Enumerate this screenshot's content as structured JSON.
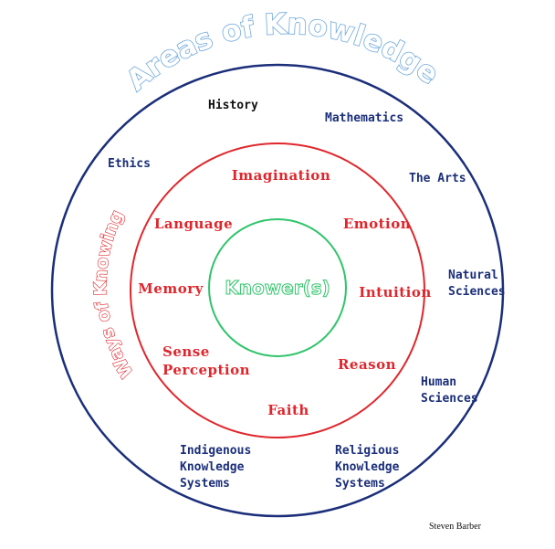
{
  "colors": {
    "outer_ring": "#1b2f7a",
    "middle_ring": "#e0262c",
    "inner_ring": "#2fc46a",
    "aok_text": "#1b2f7a",
    "wok_text": "#e0262c",
    "knower_text": "#2fc46a",
    "title_fill": "#ffffff",
    "title_stroke": "#6fa8dc"
  },
  "titles": {
    "areas_of_knowledge": "Areas of Knowledge",
    "ways_of_knowing": "Ways of Knowing"
  },
  "center": {
    "label": "Knower(s)"
  },
  "areas_of_knowledge": [
    {
      "lines": [
        "History"
      ],
      "color": "#111111"
    },
    {
      "lines": [
        "Mathematics"
      ]
    },
    {
      "lines": [
        "Ethics"
      ]
    },
    {
      "lines": [
        "The Arts"
      ]
    },
    {
      "lines": [
        "Natural",
        "Sciences"
      ]
    },
    {
      "lines": [
        "Human",
        "Sciences"
      ]
    },
    {
      "lines": [
        "Religious",
        "Knowledge",
        "Systems"
      ]
    },
    {
      "lines": [
        "Indigenous",
        "Knowledge",
        "Systems"
      ]
    }
  ],
  "ways_of_knowing": [
    {
      "lines": [
        "Imagination"
      ]
    },
    {
      "lines": [
        "Language"
      ]
    },
    {
      "lines": [
        "Emotion"
      ]
    },
    {
      "lines": [
        "Memory"
      ]
    },
    {
      "lines": [
        "Intuition"
      ]
    },
    {
      "lines": [
        "Sense",
        "Perception"
      ]
    },
    {
      "lines": [
        "Reason"
      ]
    },
    {
      "lines": [
        "Faith"
      ]
    }
  ],
  "credit": "Steven Barber"
}
